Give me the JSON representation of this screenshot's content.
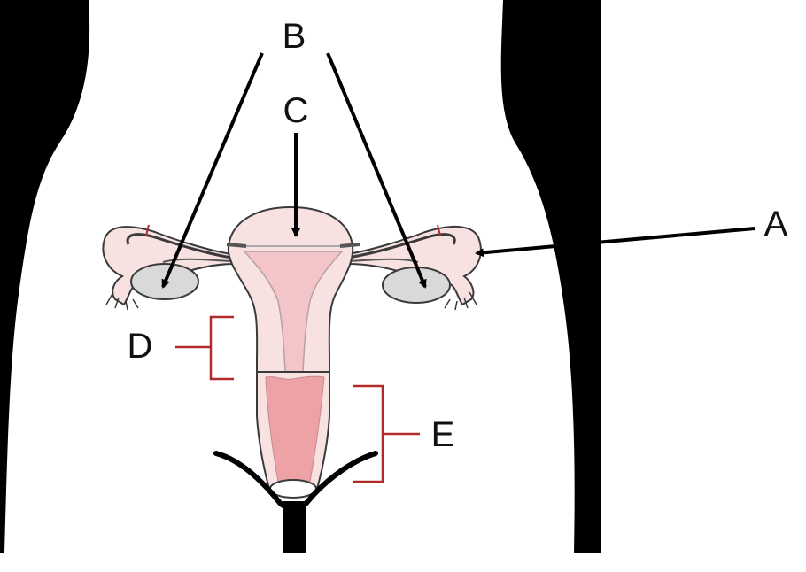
{
  "labels": {
    "a": "A",
    "b": "B",
    "c": "C",
    "d": "D",
    "e": "E"
  },
  "colors": {
    "silhouette": "#000000",
    "body": "#ffffff",
    "organ_outline": "#3a3a3a",
    "uterus_wall": "#f7e1e1",
    "uterine_cavity": "#f3c5c8",
    "vaginal_canal": "#eea2a6",
    "ovary": "#d9d9d9",
    "bracket": "#b02a2a",
    "arrow": "#000000"
  }
}
